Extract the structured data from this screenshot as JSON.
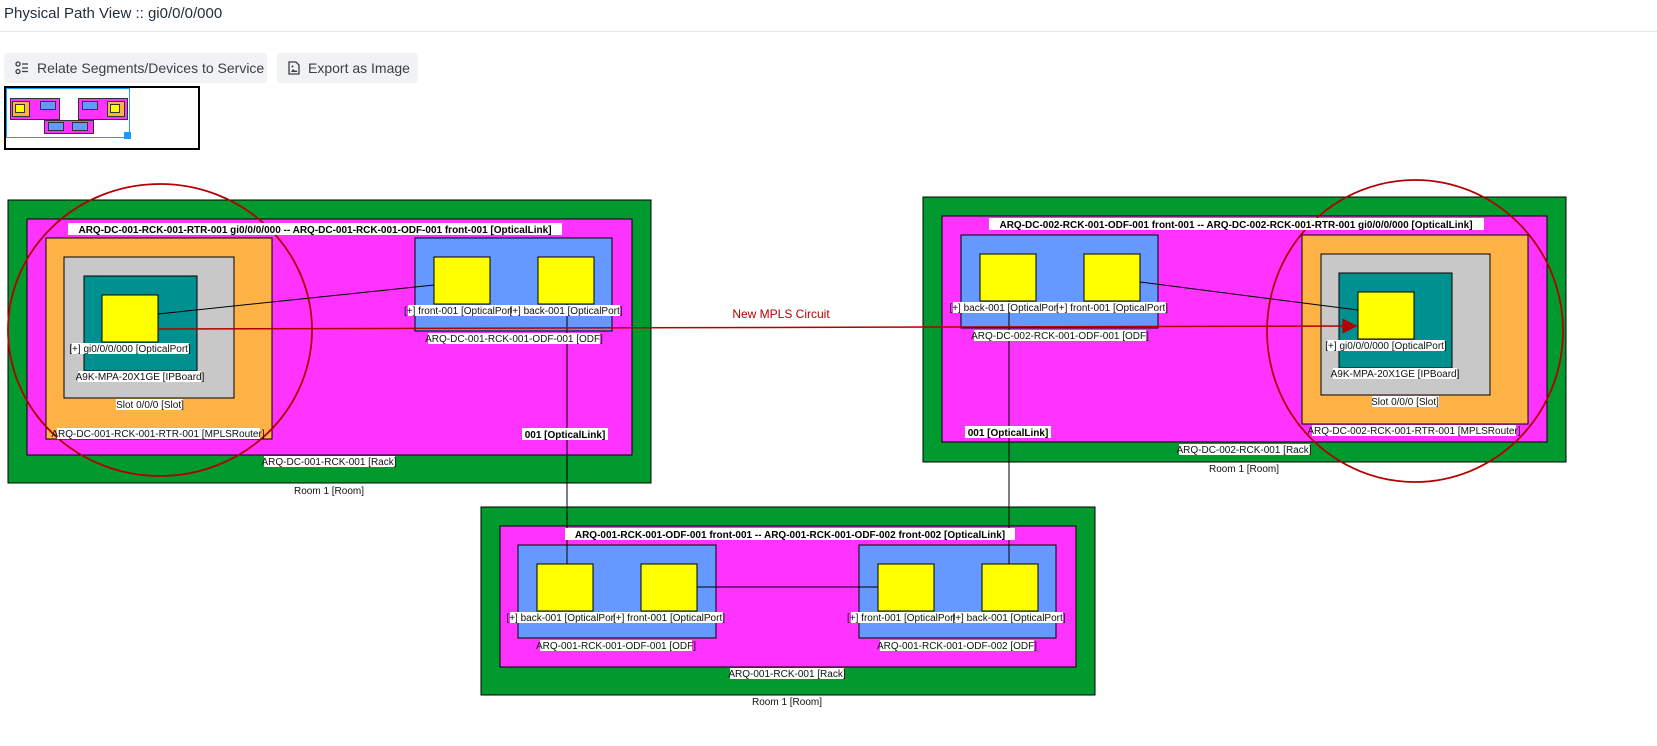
{
  "header": {
    "title": "Physical Path View :: gi0/0/0/000"
  },
  "toolbar": {
    "relate_label": "Relate Segments/Devices to Service",
    "export_label": "Export as Image"
  },
  "colors": {
    "room": "#009a2f",
    "rack": "#ff33ff",
    "router": "#ffb347",
    "slot": "#c8c8c8",
    "board": "#009090",
    "port": "#ffff00",
    "odf": "#6699ff",
    "circuit": "#b30000"
  },
  "left_site": {
    "room_label": "Room 1 [Room]",
    "rack_label": "ARQ-DC-001-RCK-001 [Rack]",
    "link_top_label": "ARQ-DC-001-RCK-001-RTR-001 gi0/0/0/000 -- ARQ-DC-001-RCK-001-ODF-001 front-001 [OpticalLink]",
    "router_label": "ARQ-DC-001-RCK-001-RTR-001 [MPLSRouter]",
    "slot_label": "Slot 0/0/0 [Slot]",
    "board_label": "A9K-MPA-20X1GE [IPBoard]",
    "port_label": "[+] gi0/0/0/000 [OpticalPort]",
    "odf_label": "ARQ-DC-001-RCK-001-ODF-001 [ODF]",
    "odf_front_label": "[+] front-001 [OpticalPort]",
    "odf_back_label": "[+] back-001 [OpticalPort]",
    "link_bottom_label": "001 [OpticalLink]"
  },
  "right_site": {
    "room_label": "Room 1 [Room]",
    "rack_label": "ARQ-DC-002-RCK-001 [Rack]",
    "link_top_label": "ARQ-DC-002-RCK-001-ODF-001 front-001 -- ARQ-DC-002-RCK-001-RTR-001 gi0/0/0/000 [OpticalLink]",
    "router_label": "ARQ-DC-002-RCK-001-RTR-001 [MPLSRouter]",
    "slot_label": "Slot 0/0/0 [Slot]",
    "board_label": "A9K-MPA-20X1GE [IPBoard]",
    "port_label": "[+] gi0/0/0/000 [OpticalPort]",
    "odf_label": "ARQ-DC-002-RCK-001-ODF-001 [ODF]",
    "odf_back_label": "[+] back-001 [OpticalPort]",
    "odf_front_label": "[+] front-001 [OpticalPort]",
    "link_bottom_label": "001 [OpticalLink]"
  },
  "bottom_site": {
    "room_label": "Room 1 [Room]",
    "rack_label": "ARQ-001-RCK-001 [Rack]",
    "link_top_label": "ARQ-001-RCK-001-ODF-001 front-001 -- ARQ-001-RCK-001-ODF-002 front-002 [OpticalLink]",
    "odf1_label": "ARQ-001-RCK-001-ODF-001 [ODF]",
    "odf1_back_label": "[+] back-001 [OpticalPort]",
    "odf1_front_label": "[+] front-001 [OpticalPort]",
    "odf2_label": "ARQ-001-RCK-001-ODF-002 [ODF]",
    "odf2_front_label": "[+] front-001 [OpticalPort]",
    "odf2_back_label": "[+] back-001 [OpticalPort]"
  },
  "circuit": {
    "label": "New MPLS Circuit"
  }
}
